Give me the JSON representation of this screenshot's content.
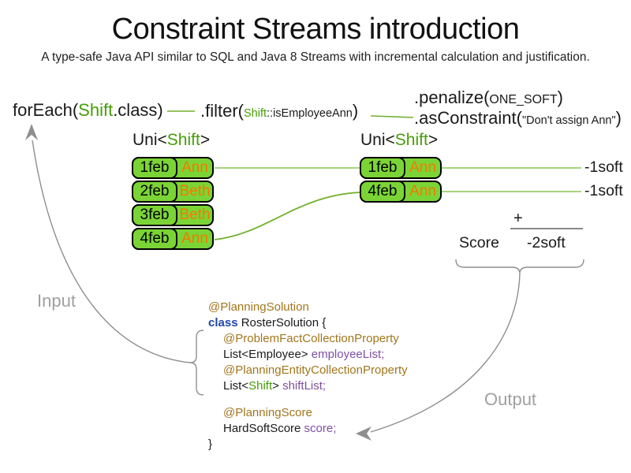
{
  "title": "Constraint Streams introduction",
  "subtitle": "A type-safe Java API similar to SQL and Java 8 Streams with incremental calculation and justification.",
  "pipeline": {
    "foreach_prefix": "forEach(",
    "foreach_class": "Shift",
    "foreach_suffix": ".class)",
    "filter_prefix": ".filter(",
    "filter_arg_class": "Shift",
    "filter_arg_rest": "::isEmployeeAnn",
    "filter_suffix": ")",
    "penalize_prefix": ".penalize(",
    "penalize_arg": "ONE_SOFT",
    "penalize_suffix": ")",
    "asconstraint_prefix": ".asConstraint(",
    "asconstraint_arg": "\"Don't assign Ann\"",
    "asconstraint_suffix": ")"
  },
  "left_stream": {
    "label_prefix": "Uni<",
    "label_class": "Shift",
    "label_suffix": ">",
    "rows": [
      {
        "date": "1feb",
        "employee": "Ann"
      },
      {
        "date": "2feb",
        "employee": "Beth"
      },
      {
        "date": "3feb",
        "employee": "Beth"
      },
      {
        "date": "4feb",
        "employee": "Ann"
      }
    ]
  },
  "right_stream": {
    "label_prefix": "Uni<",
    "label_class": "Shift",
    "label_suffix": ">",
    "rows": [
      {
        "date": "1feb",
        "employee": "Ann"
      },
      {
        "date": "4feb",
        "employee": "Ann"
      }
    ]
  },
  "score_panel": {
    "penalty_1": "-1soft",
    "penalty_2": "-1soft",
    "plus_sign": "+",
    "score_label": "Score",
    "total": "-2soft"
  },
  "flow_labels": {
    "input": "Input",
    "output": "Output"
  },
  "code": {
    "l1": "@PlanningSolution",
    "l2_keyword": "class",
    "l2_rest": " RosterSolution {",
    "l3": "@ProblemFactCollectionProperty",
    "l4_type": "List<Employee> ",
    "l4_field": "employeeList;",
    "l5": "@PlanningEntityCollectionProperty",
    "l6_type_a": "List<",
    "l6_class": "Shift",
    "l6_type_b": "> ",
    "l6_field": "shiftList;",
    "l8": "@PlanningScore",
    "l9_type": "HardSoftScore ",
    "l9_field": "score;",
    "l10": "}"
  },
  "colors": {
    "class_green": "#459e06",
    "box_green": "#7bd435",
    "box_border": "#000000",
    "employee_orange": "#f57900",
    "connector_light_green": "#a7d37e",
    "connector_green": "#72b12c",
    "annotation_brown": "#a2761c",
    "keyword_blue": "#2044a8",
    "field_purple": "#7f4fa4",
    "label_gray": "#a0a0a0",
    "arrow_gray": "#8f8f8f",
    "sum_line_gray": "#888888"
  }
}
